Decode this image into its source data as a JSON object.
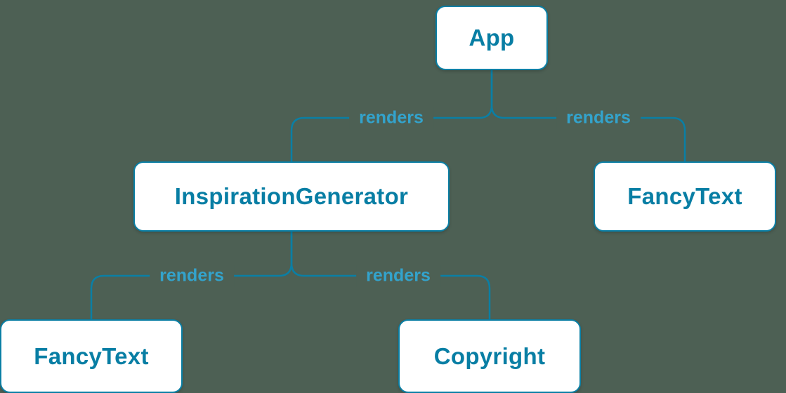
{
  "diagram": {
    "type": "tree",
    "nodes": [
      {
        "id": "app",
        "label": "App"
      },
      {
        "id": "inspiration-generator",
        "label": "InspirationGenerator"
      },
      {
        "id": "fancytext-top",
        "label": "FancyText"
      },
      {
        "id": "fancytext-bottom",
        "label": "FancyText"
      },
      {
        "id": "copyright",
        "label": "Copyright"
      }
    ],
    "edges": [
      {
        "from": "App",
        "to": "InspirationGenerator",
        "label": "renders"
      },
      {
        "from": "App",
        "to": "FancyText",
        "label": "renders"
      },
      {
        "from": "InspirationGenerator",
        "to": "FancyText",
        "label": "renders"
      },
      {
        "from": "InspirationGenerator",
        "to": "Copyright",
        "label": "renders"
      }
    ],
    "colors": {
      "accent": "#0a7fa5",
      "node_text": "#087ea4",
      "edge_label_text": "#33a3cc",
      "node_background": "#ffffff",
      "canvas_background": "#4d6054"
    }
  }
}
